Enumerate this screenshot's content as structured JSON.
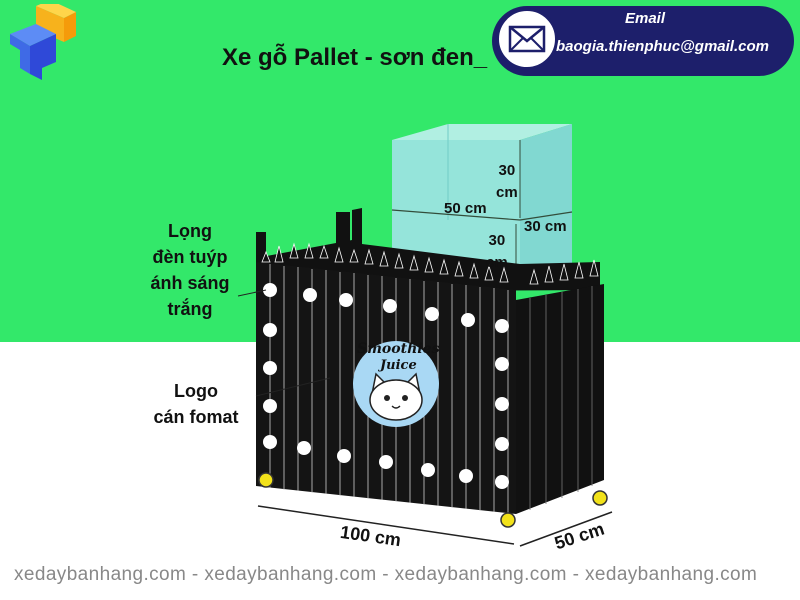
{
  "title": "Xe gỗ Pallet - sơn đen_",
  "contact": {
    "label": "Email",
    "address": "baogia.thienphuc@gmail.com",
    "icon": "envelope-icon"
  },
  "annotations": {
    "lamp": [
      "Lọng",
      "đèn tuýp",
      "ánh sáng",
      "trắng"
    ],
    "logo": [
      "Logo",
      "cán fomat"
    ]
  },
  "dimensions": {
    "box_height_top": [
      "30",
      "cm"
    ],
    "box_width": "50 cm",
    "box_depth": "30 cm",
    "box_height_bottom": [
      "30",
      "cm"
    ],
    "cart_length": "100 cm",
    "cart_depth": "50 cm"
  },
  "product_logo": {
    "line1": "Smoothies",
    "line2": "Juice",
    "icon": "cat-face-icon"
  },
  "watermark": "xedaybanhang.com - xedaybanhang.com - xedaybanhang.com - xedaybanhang.com",
  "colors": {
    "green_background": "#33e86a",
    "email_badge": "#1d1f6b",
    "cart_body": "#111111",
    "logo_circle": "#a9d8f4",
    "glass_box": "#a7e4ee",
    "wheel": "#f2e21a"
  }
}
